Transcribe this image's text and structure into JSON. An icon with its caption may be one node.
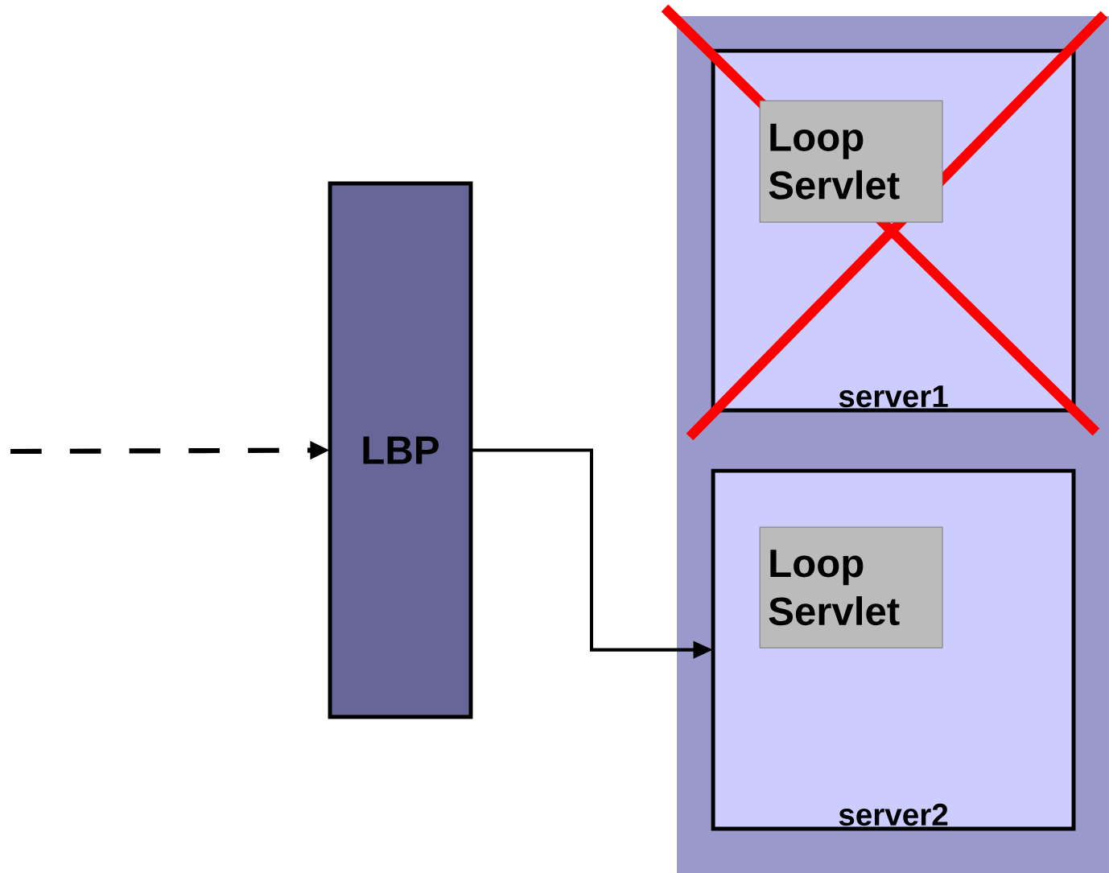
{
  "diagram": {
    "nodes": [
      {
        "text": [],
        "shape": "box"
      },
      {
        "text": [
          "server1"
        ],
        "in": 0
      },
      {
        "text": [
          "Loop Servlet"
        ],
        "in": 1
      },
      {
        "text": [
          "server2"
        ],
        "in": 0
      },
      {
        "text": [
          "Loop Servlet"
        ],
        "in": 3
      },
      {
        "text": [
          "LBP"
        ]
      }
    ],
    "edges": [
      {
        "from": null,
        "to": 5,
        "arrow": "to",
        "style": "dashed"
      },
      {
        "from": 5,
        "to": 3,
        "arrow": "to"
      }
    ]
  }
}
